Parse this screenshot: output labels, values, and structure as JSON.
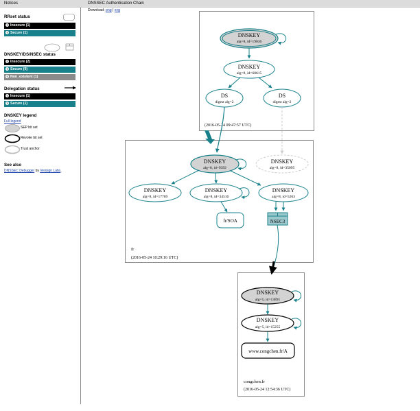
{
  "topbar": {
    "notices": "Notices",
    "title": "DNSSEC Authentication Chain"
  },
  "download": {
    "label": "Download:",
    "png": "png",
    "sep": "|",
    "svg": "svg"
  },
  "sidebar": {
    "rrset": {
      "title": "RRset status",
      "items": [
        {
          "label": "Insecure (1)",
          "color": "#000000"
        },
        {
          "label": "Secure (1)",
          "color": "#17808a"
        }
      ]
    },
    "dnskey": {
      "title": "DNSKEY/DS/NSEC status",
      "items": [
        {
          "label": "Insecure (2)",
          "color": "#000000"
        },
        {
          "label": "Secure (9)",
          "color": "#17808a"
        },
        {
          "label": "Non_existent (1)",
          "color": "#8a8a8a"
        }
      ]
    },
    "delegation": {
      "title": "Delegation status",
      "items": [
        {
          "label": "Insecure (1)",
          "color": "#000000"
        },
        {
          "label": "Secure (1)",
          "color": "#17808a"
        }
      ]
    },
    "legend": {
      "title": "DNSKEY legend",
      "full_legend": "Full legend",
      "items": [
        {
          "label": "SEP bit set"
        },
        {
          "label": "Revoke bit set"
        },
        {
          "label": "Trust anchor"
        }
      ]
    },
    "see_also": {
      "title": "See also",
      "link": "DNSSEC Debugger",
      "by": "by",
      "by_link": "Verisign Labs",
      "end": "."
    }
  },
  "graph": {
    "root": {
      "timestamp": "(2016-05-24 09:47:57 UTC)",
      "dnskey_sep": {
        "title": "DNSKEY",
        "detail": "alg=8, id=19036"
      },
      "dnskey_zsk": {
        "title": "DNSKEY",
        "detail": "alg=8, id=60615"
      },
      "ds1": {
        "title": "DS",
        "detail": "digest alg=2"
      },
      "ds2": {
        "title": "DS",
        "detail": "digest alg=2"
      }
    },
    "fr": {
      "zone": "fr",
      "timestamp": "(2016-05-24 10:29:16 UTC)",
      "dnskey_sep": {
        "title": "DNSKEY",
        "detail": "alg=8, id=9392"
      },
      "dnskey_missing": {
        "title": "DNSKEY",
        "detail": "alg=8, id=35095"
      },
      "dnskey_a": {
        "title": "DNSKEY",
        "detail": "alg=8, id=17769"
      },
      "dnskey_b": {
        "title": "DNSKEY",
        "detail": "alg=8, id=34516"
      },
      "dnskey_c": {
        "title": "DNSKEY",
        "detail": "alg=8, id=5263"
      },
      "soa": "fr/SOA",
      "nsec3": "NSEC3"
    },
    "congchen": {
      "zone": "congchen.fr",
      "timestamp": "(2016-05-24 12:54:36 UTC)",
      "dnskey_sep": {
        "title": "DNSKEY",
        "detail": "alg=5, id=13891"
      },
      "dnskey_zsk": {
        "title": "DNSKEY",
        "detail": "alg=5, id=15255"
      },
      "rrset": "www.congchen.fr/A"
    }
  },
  "colors": {
    "secure": "#17808a",
    "insecure": "#000000",
    "sep_fill": "#d3d3d3",
    "missing": "#c8c8c8"
  }
}
